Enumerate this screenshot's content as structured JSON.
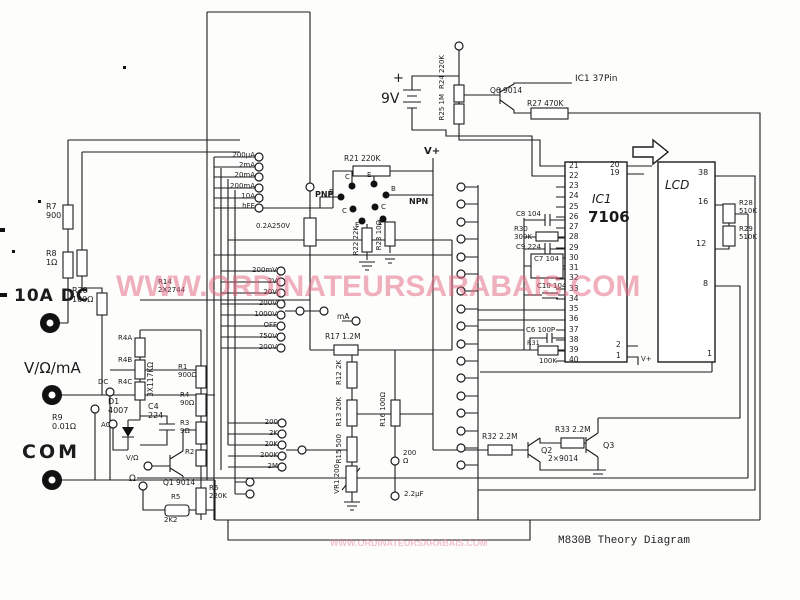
{
  "watermark": {
    "main": "WWW.ORDINATEURSARABAIS.COM",
    "small": "WWW.ORDINATEURSARABAIS.COM",
    "color": "#e3647e"
  },
  "caption": "M830B Theory Diagram",
  "jacks": {
    "amp": "10A DC",
    "volt": "V/Ω/mA",
    "com": "COM"
  },
  "power": {
    "plus": "+",
    "battery": "9V",
    "vplus": "V+",
    "vplus_ic": "V+"
  },
  "ranges": {
    "current": [
      "200μA",
      "2mA",
      "20mA",
      "200mA",
      "10A",
      "hFE"
    ],
    "voltage": [
      "200mV",
      "2V",
      "20V",
      "200V",
      "1000V",
      "OFF",
      "750V",
      "200V"
    ],
    "ohm": [
      "200",
      "2K",
      "20K",
      "200K",
      "2M"
    ]
  },
  "ic1": {
    "name": "IC1",
    "part": "7106",
    "left_pins": [
      "21",
      "22",
      "23",
      "24",
      "25",
      "26",
      "27",
      "28",
      "29",
      "30",
      "31",
      "32",
      "33",
      "34",
      "35",
      "36",
      "37",
      "38",
      "39",
      "40"
    ],
    "right_top": [
      "20",
      "19"
    ],
    "right_bottom": [
      "2",
      "1"
    ]
  },
  "lcd": {
    "name": "LCD",
    "pins": [
      "38",
      "16",
      "12",
      "8",
      "1"
    ]
  },
  "hfe": [
    "C",
    "E",
    "B",
    "B",
    "C",
    "C",
    "E",
    "E"
  ],
  "c": {
    "r7": "R7\n900",
    "r8": "R8\n1Ω",
    "r20": "R20\n100Ω",
    "r9": "R9\n0.01Ω",
    "dc": "DC",
    "ac": "AC",
    "d1": "D1\n4007",
    "c4": "C4\n224",
    "chain_note": "3X117KΩ",
    "r4a": "R4A",
    "r4b": "R4B",
    "r4c": "R4C",
    "r14": "R14\n2X2744",
    "r1": "R1\n900Ω",
    "r4": "R4\n90Ω",
    "r3": "R3\n9Ω",
    "r2": "R2",
    "q1": "Q1 9014",
    "r6": "R6\n220K",
    "r5": "R5",
    "r5v": "2K2",
    "vtap": "V/Ω",
    "ohmtap": "Ω",
    "ma": "mA",
    "fuse": "0.2A250V",
    "r21": "R21 220K",
    "pnp": "PNP",
    "npn": "NPN",
    "r22": "R22 22K",
    "r23": "R23 10Ω",
    "r24": "R24 220K",
    "r25": "R25 1M",
    "q6": "Q6 9014",
    "ic_note": "IC1 37Pin",
    "r27": "R27 470K",
    "r17": "R17 1.2M",
    "r12": "R12 2K",
    "r13": "R13 20K",
    "r15": "R15 500",
    "vr1": "VR1 200",
    "r16": "R16 100Ω",
    "tap200": "200\nΩ",
    "cap22": "2.2μF",
    "r32": "R32 2.2M",
    "r33": "R33 2.2M",
    "q2": "Q2",
    "q3": "Q3",
    "pair": "2×9014",
    "c8": "C8 104",
    "r30": "R30\n300K",
    "c9": "C9 224",
    "c7": "C7 104",
    "c10": "C10 104",
    "c6": "C6 100P",
    "r31": "R31",
    "r31v": "100K",
    "r28": "R28\n510K",
    "r29": "R29\n510K"
  }
}
